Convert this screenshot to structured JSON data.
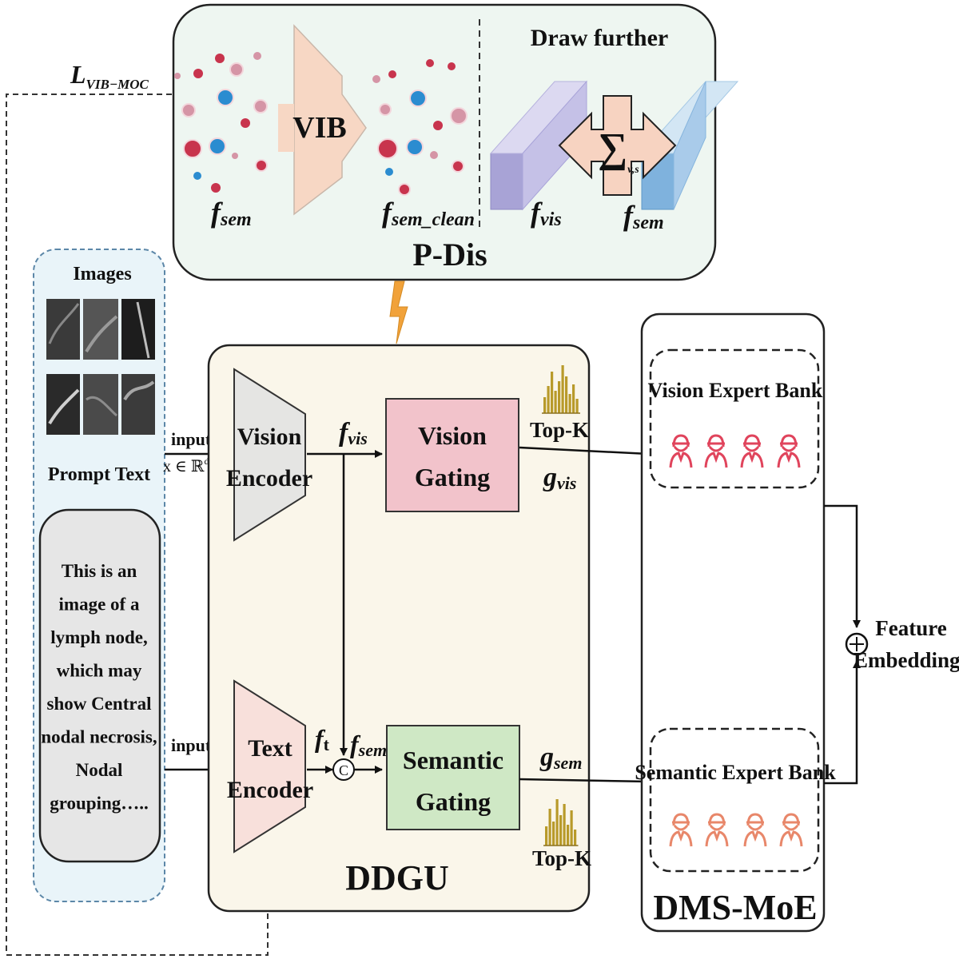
{
  "loss_label": {
    "main": "L",
    "sub": "VIB−MOC"
  },
  "pdis": {
    "title": "P-Dis",
    "vib_label": "VIB",
    "draw_further_label": "Draw further",
    "f_sem_label": {
      "main": "f",
      "sub": "sem"
    },
    "f_sem_clean_label": {
      "main": "f",
      "sub": "sem_clean"
    },
    "f_vis_label": {
      "main": "f",
      "sub": "vis"
    },
    "f_sem_right_label": {
      "main": "f",
      "sub": "sem"
    },
    "sigma_label": {
      "main": "∑",
      "sub": "v,s"
    }
  },
  "input_panel": {
    "images_label": "Images",
    "prompt_text_label": "Prompt Text",
    "prompt_lines": [
      "This is an",
      "image of a",
      "lymph node,",
      "which may",
      "show Central",
      "nodal necrosis,",
      "Nodal",
      "grouping….."
    ]
  },
  "input_top": {
    "label": "input",
    "math": "x ∈ ℝ",
    "sup": "d"
  },
  "input_bottom": {
    "label": "input"
  },
  "ddgu": {
    "title": "DDGU",
    "vision_encoder_lines": [
      "Vision",
      "Encoder"
    ],
    "text_encoder_lines": [
      "Text",
      "Encoder"
    ],
    "vision_gating_lines": [
      "Vision",
      "Gating"
    ],
    "semantic_gating_lines": [
      "Semantic",
      "Gating"
    ],
    "f_vis_label": {
      "main": "f",
      "sub": "vis"
    },
    "f_t_label": {
      "main": "f",
      "sub": "t"
    },
    "f_sem_label": {
      "main": "f",
      "sub": "sem"
    },
    "concat_symbol": "C",
    "topk_top": "Top-K",
    "topk_bottom": "Top-K",
    "g_vis_label": {
      "main": "g",
      "sub": "vis"
    },
    "g_sem_label": {
      "main": "g",
      "sub": "sem"
    }
  },
  "dms_moe": {
    "title": "DMS-MoE",
    "vision_bank_label": "Vision Expert Bank",
    "semantic_bank_label": "Semantic Expert Bank"
  },
  "output": {
    "lines": [
      "Feature",
      "Embeddings"
    ]
  },
  "colors": {
    "pdis_bg": "#eef6f1",
    "input_bg": "#e9f4f9",
    "ddgu_bg": "#faf6ea",
    "vision_gating": "#f2c3cb",
    "semantic_gating": "#cfe8c5",
    "vib_arrow": "#f7d7c4",
    "vision_expert": "#e0445c",
    "semantic_expert": "#e8876a",
    "dot_red": "#c8344d",
    "dot_blue": "#2b8cd0",
    "dot_pink": "#d595a6",
    "bar_gold": "#b89a2a"
  }
}
